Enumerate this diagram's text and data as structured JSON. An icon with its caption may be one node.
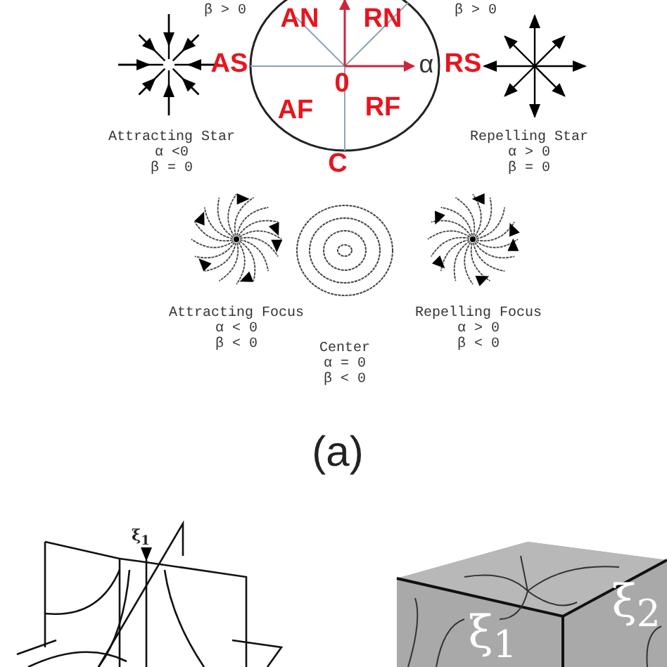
{
  "diagram": {
    "labels": [
      "β > 0",
      "β > 0",
      "AN",
      "RN",
      "AS",
      "α",
      "RS",
      "0",
      "AF",
      "RF",
      "C",
      "Attracting Star",
      "α <0",
      "β = 0",
      "Repelling Star",
      "α > 0",
      "β = 0",
      "Attracting Focus",
      "Repelling Focus",
      "α < 0",
      "α > 0",
      "β < 0",
      "Center",
      "β < 0",
      "α = 0",
      "β < 0",
      "(a)",
      "ξ$_{1}$",
      "ξ$_{1}$",
      "ξ$_{2}$"
    ]
  }
}
